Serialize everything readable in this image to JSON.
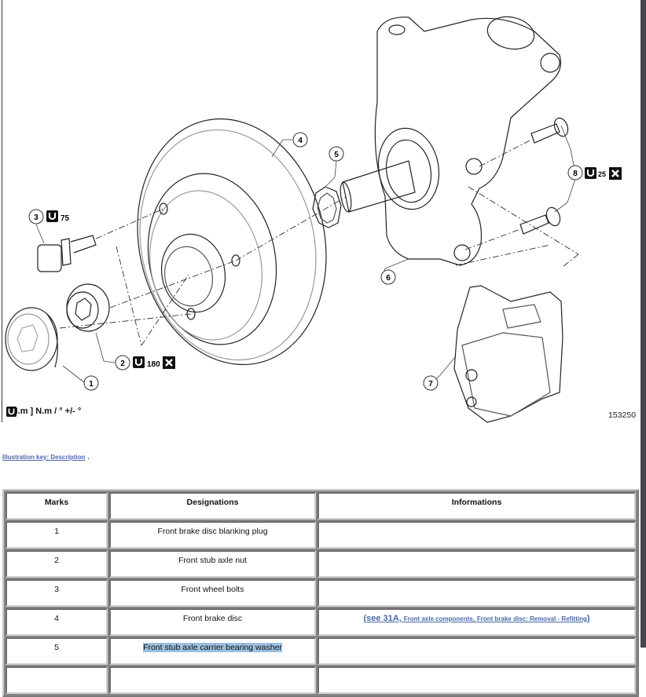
{
  "figure": {
    "callouts": [
      {
        "mark": "1"
      },
      {
        "mark": "2",
        "torque": "180",
        "replace": true
      },
      {
        "mark": "3",
        "torque": "75"
      },
      {
        "mark": "4"
      },
      {
        "mark": "5"
      },
      {
        "mark": "6"
      },
      {
        "mark": "7"
      },
      {
        "mark": "8",
        "torque": "25",
        "replace": true
      }
    ],
    "legend_text": "[ N.m ] N.m / ° +/- °",
    "figure_number": "153250",
    "torque_icon": "torque-wrench-icon",
    "replace_icon": "replace-part-x-icon"
  },
  "illustration_key": {
    "link_text": "Illustration key: Description",
    "suffix": "."
  },
  "table": {
    "headers": [
      "Marks",
      "Designations",
      "Informations"
    ],
    "rows": [
      {
        "mark": "1",
        "designation": "Front brake disc blanking plug",
        "info": ""
      },
      {
        "mark": "2",
        "designation": "Front stub axle nut",
        "info": ""
      },
      {
        "mark": "3",
        "designation": "Front wheel bolts",
        "info": ""
      },
      {
        "mark": "4",
        "designation": "Front brake disc",
        "info_link": {
          "prefix": "(see 31A,",
          "part1": "Front axle components,",
          "part2": "Front brake disc: Removal - Refitting",
          "suffix": ")"
        }
      },
      {
        "mark": "5",
        "designation": "Front stub axle carrier bearing washer",
        "info": "",
        "selected": true
      }
    ]
  },
  "colors": {
    "link": "#4a6aa8",
    "selection": "#9cc0e0",
    "scrollbar": "#45474a"
  }
}
